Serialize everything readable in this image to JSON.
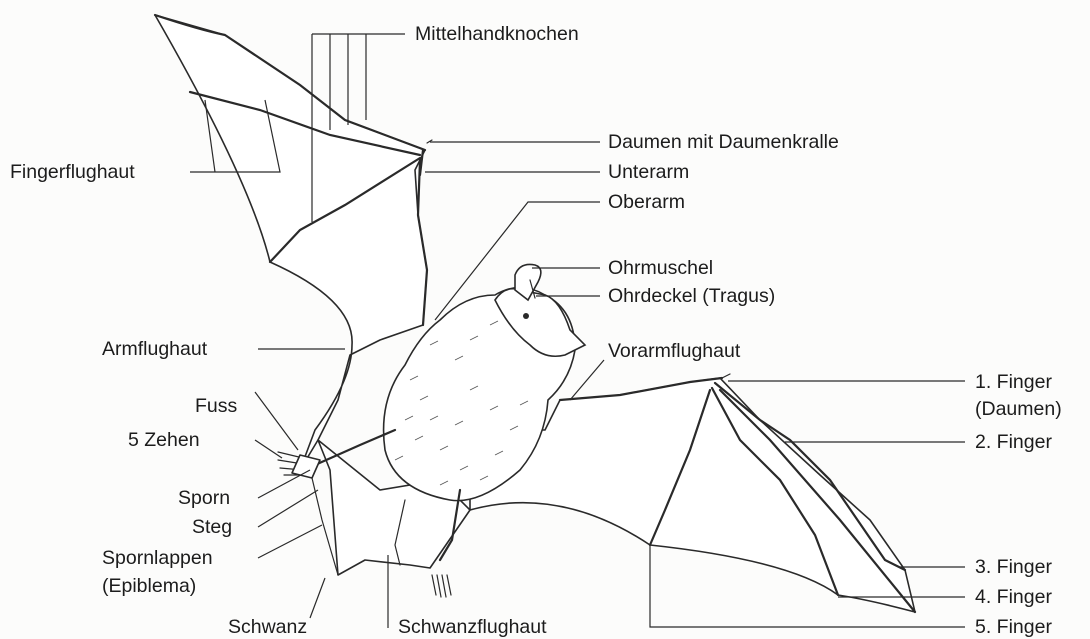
{
  "diagram": {
    "labels": {
      "mittelhandknochen": "Mittelhandknochen",
      "daumen_mit_daumenkralle": "Daumen mit Daumenkralle",
      "unterarm": "Unterarm",
      "oberarm": "Oberarm",
      "ohrmuschel": "Ohrmuschel",
      "ohrdeckel": "Ohrdeckel (Tragus)",
      "vorarmflughaut": "Vorarmflughaut",
      "finger1": "1. Finger",
      "finger1_sub": "(Daumen)",
      "finger2": "2. Finger",
      "finger3": "3. Finger",
      "finger4": "4. Finger",
      "finger5": "5. Finger",
      "fingerflughaut": "Fingerflughaut",
      "armflughaut": "Armflughaut",
      "fuss": "Fuss",
      "zehen": "5 Zehen",
      "sporn": "Sporn",
      "steg": "Steg",
      "spornlappen": "Spornlappen",
      "epiblema": "(Epiblema)",
      "schwanz": "Schwanz",
      "schwanzflughaut": "Schwanzflughaut"
    }
  }
}
